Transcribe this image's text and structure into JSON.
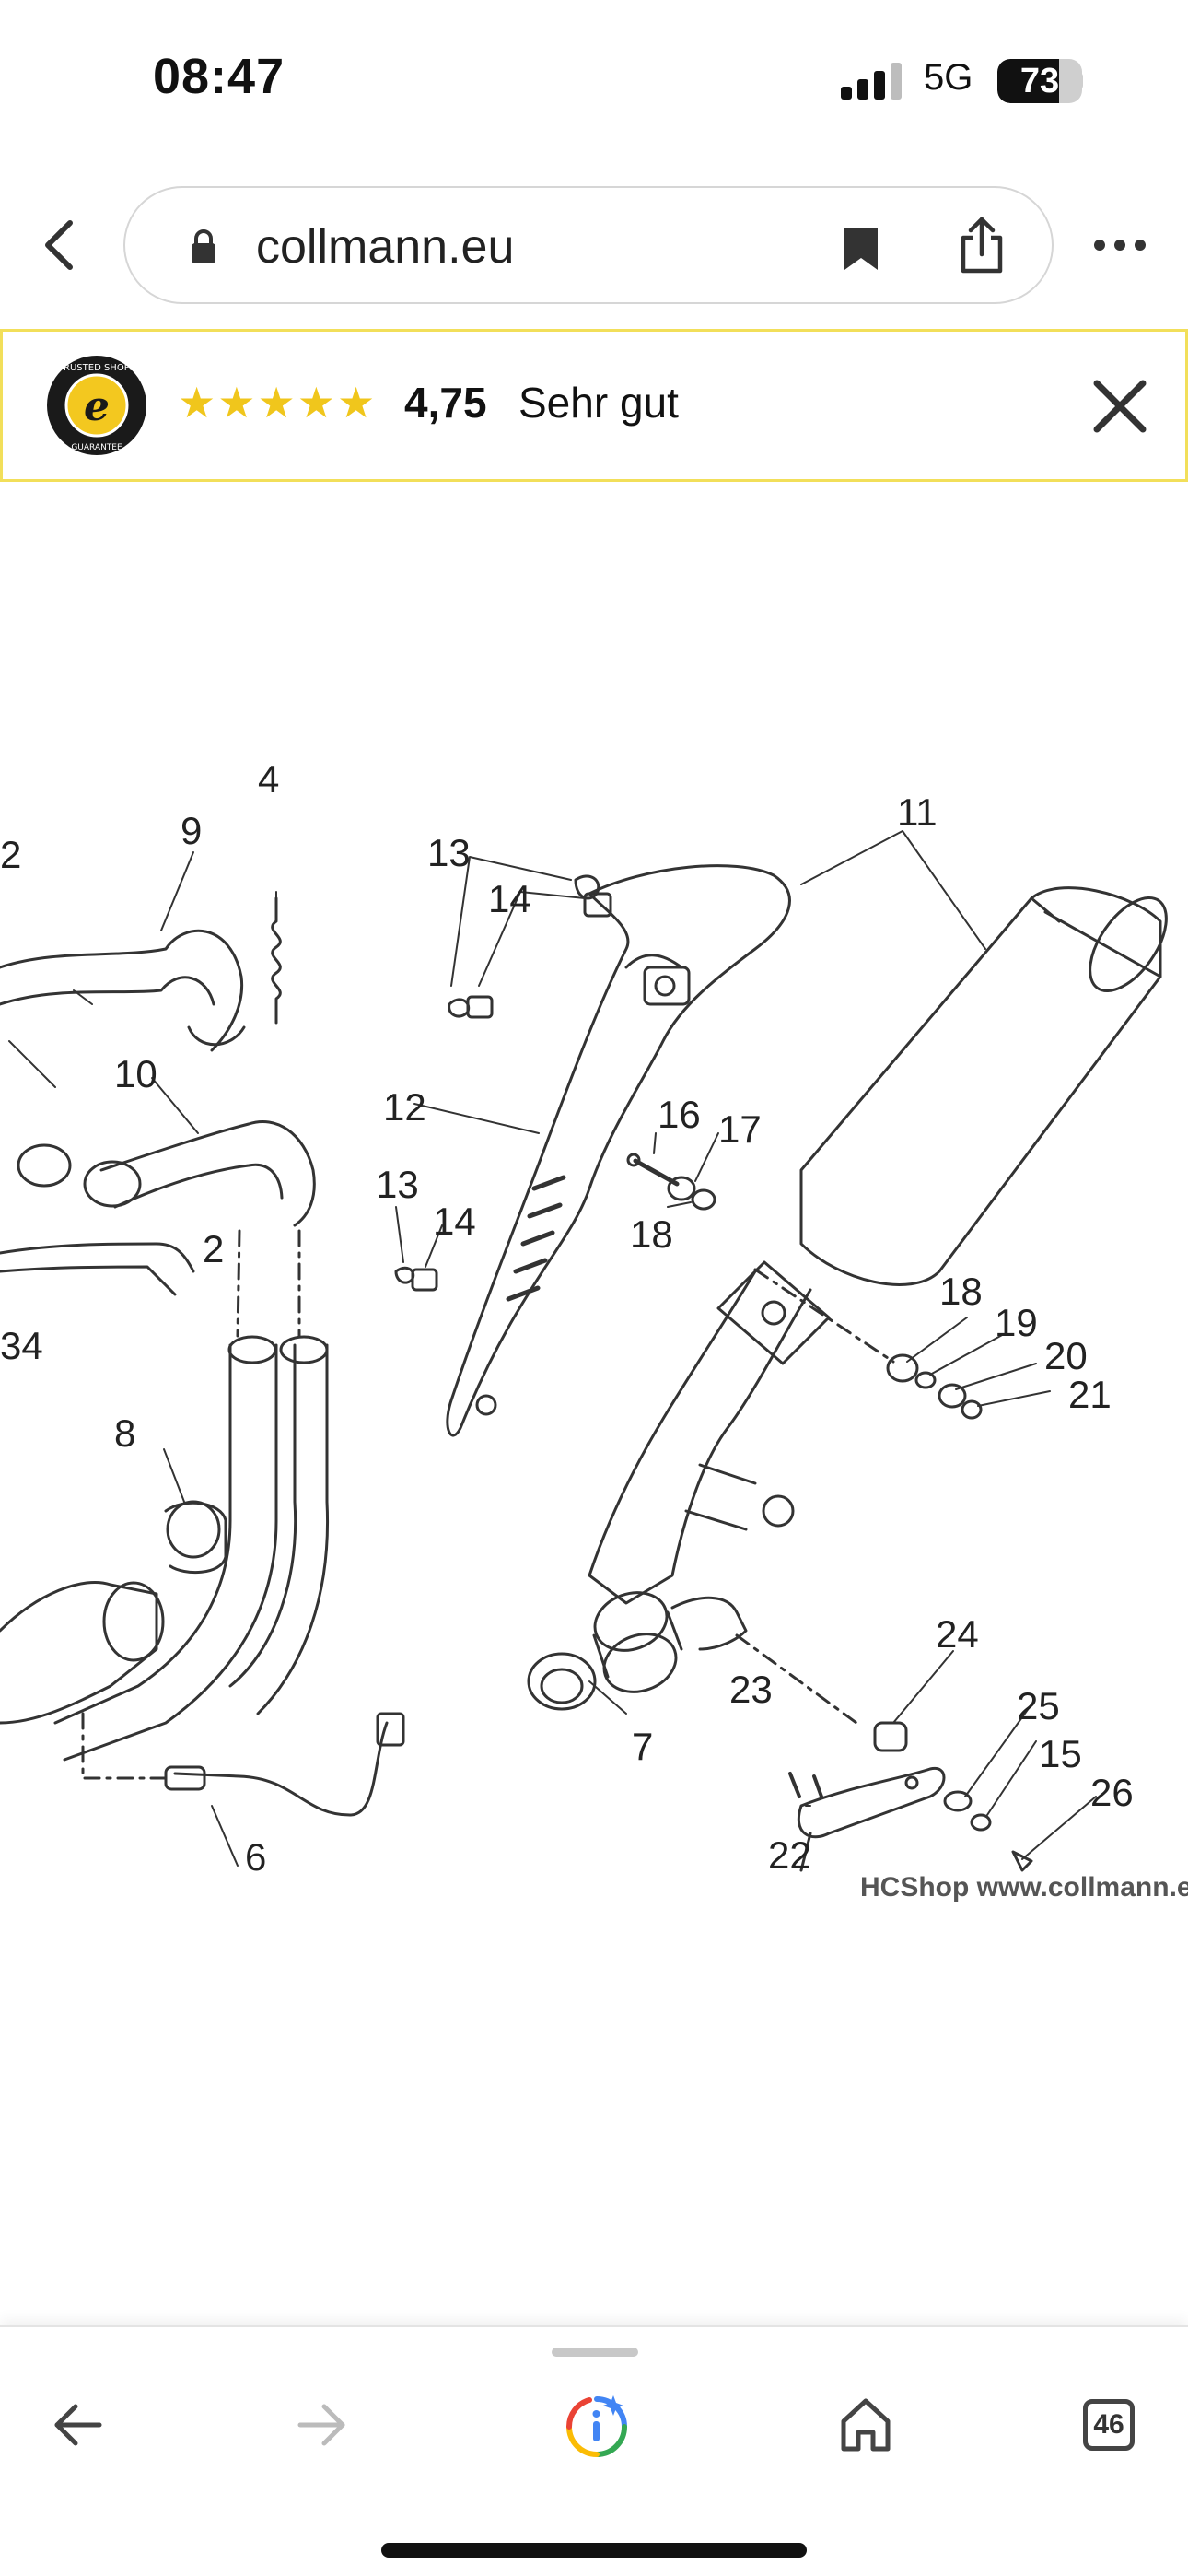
{
  "status_bar": {
    "time": "08:47",
    "network": "5G",
    "battery": "73",
    "battery_level": 0.73
  },
  "browser": {
    "url": "collmann.eu",
    "icons": {
      "back": "chevron-left-icon",
      "lock": "lock-icon",
      "bookmark": "bookmark-icon",
      "share": "share-icon",
      "more": "more-icon"
    }
  },
  "trust_banner": {
    "stars": "★★★★★",
    "rating": "4,75",
    "rating_label": "Sehr gut",
    "badge_text": {
      "top": "TRUSTED SHOPS",
      "bottom": "GUARANTEE",
      "letter": "e"
    },
    "colors": {
      "border": "#f2df5a",
      "stars": "#f0c61c"
    }
  },
  "diagram": {
    "watermark": "HCShop www.collmann.eu",
    "callouts": {
      "c2a": "2",
      "c2b": "2",
      "c4": "4",
      "c9": "9",
      "c10": "10",
      "c34": "34",
      "c8": "8",
      "c6": "6",
      "c13a": "13",
      "c14a": "14",
      "c12": "12",
      "c13b": "13",
      "c14b": "14",
      "c11": "11",
      "c16": "16",
      "c17": "17",
      "c18a": "18",
      "c18b": "18",
      "c19": "19",
      "c20": "20",
      "c21": "21",
      "c7": "7",
      "c24": "24",
      "c23": "23",
      "c25": "25",
      "c15": "15",
      "c22": "22",
      "c26": "26"
    }
  },
  "toolbar": {
    "tabs_count": "46",
    "icons": {
      "back": "arrow-left-icon",
      "forward": "arrow-right-icon",
      "lens": "google-lens-icon",
      "home": "home-icon"
    }
  }
}
